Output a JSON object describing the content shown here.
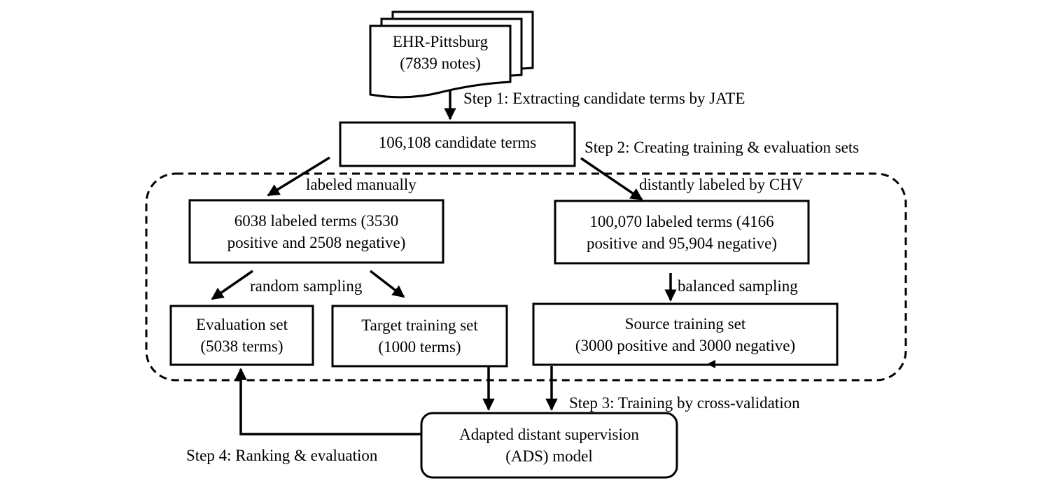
{
  "source_doc": {
    "line1": "EHR-Pittsburg",
    "line2": "(7839 notes)"
  },
  "candidates": {
    "label": "106,108 candidate terms"
  },
  "manual_set": {
    "line1": "6038 labeled terms (3530",
    "line2": "positive and 2508 negative)"
  },
  "distant_set": {
    "line1": "100,070 labeled terms (4166",
    "line2": "positive and 95,904 negative)"
  },
  "evaluation_set": {
    "line1": "Evaluation set",
    "line2": "(5038 terms)"
  },
  "target_training_set": {
    "line1": "Target training set",
    "line2": "(1000 terms)"
  },
  "source_training_set": {
    "line1": "Source training set",
    "line2": "(3000 positive and 3000 negative)"
  },
  "model": {
    "line1": "Adapted distant supervision",
    "line2": "(ADS) model"
  },
  "edges": {
    "step1": "Step 1: Extracting candidate terms by JATE",
    "step2": "Step 2: Creating training & evaluation sets",
    "labeled_manually": "labeled manually",
    "distantly_labeled": "distantly labeled by CHV",
    "random_sampling": "random sampling",
    "balanced_sampling": "balanced sampling",
    "step3": "Step 3: Training by cross-validation",
    "step4": "Step 4: Ranking & evaluation"
  }
}
